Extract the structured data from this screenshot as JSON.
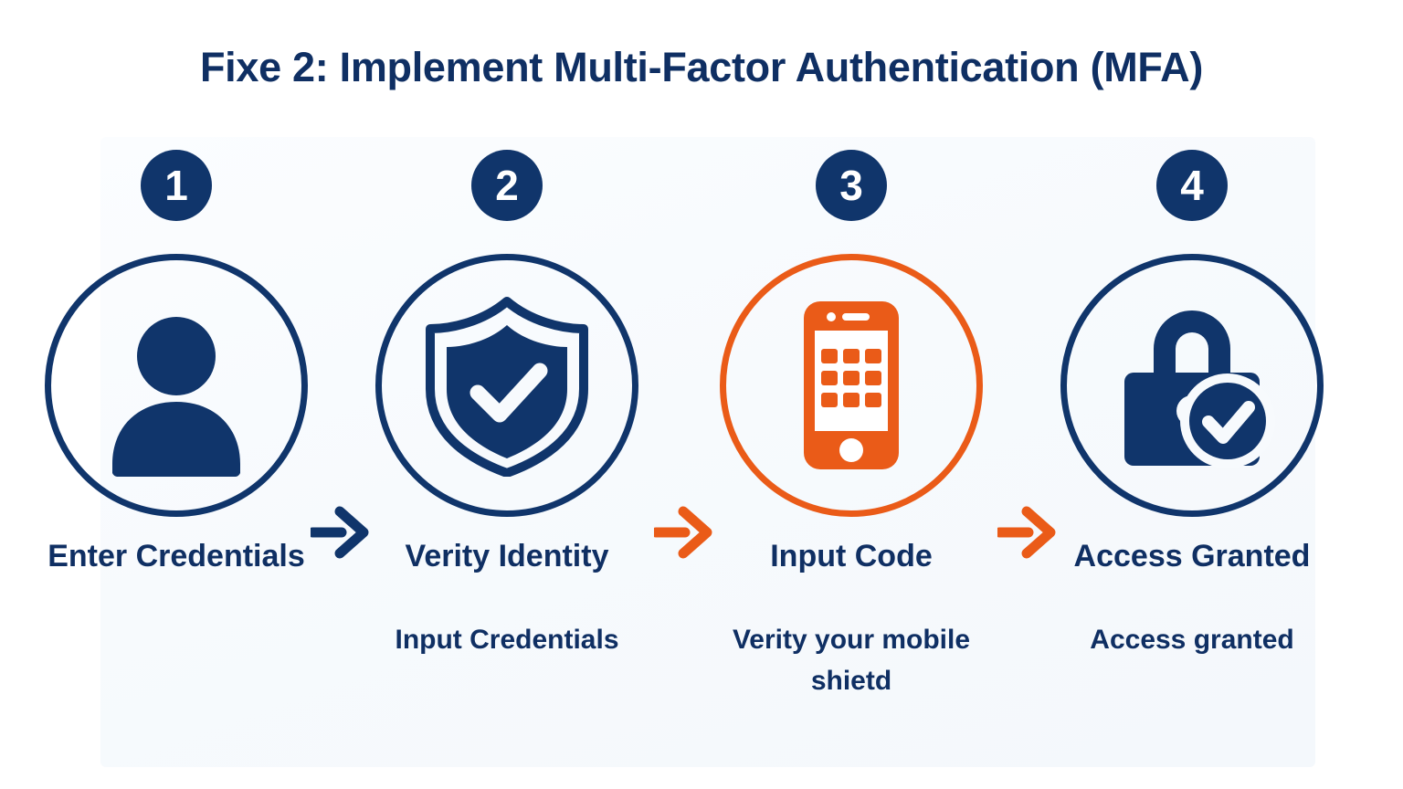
{
  "page": {
    "title": "Fixe 2: Implement Multi-Factor Authentication (MFA)",
    "background_color": "#ffffff",
    "navy": "#10356b",
    "orange": "#ea5b18",
    "text_color": "#0f2f63"
  },
  "steps": [
    {
      "number": "1",
      "icon": "person-icon",
      "circle_color": "#10356b",
      "badge_color": "#10356b",
      "label": "Enter Credentials",
      "caption": ""
    },
    {
      "number": "2",
      "icon": "shield-check-icon",
      "circle_color": "#10356b",
      "badge_color": "#10356b",
      "label": "Verity Identity",
      "caption": "Input Credentials"
    },
    {
      "number": "3",
      "icon": "mobile-keypad-icon",
      "circle_color": "#ea5b18",
      "badge_color": "#10356b",
      "label": "Input Code",
      "caption": "Verity your mobile shietd"
    },
    {
      "number": "4",
      "icon": "lock-check-icon",
      "circle_color": "#10356b",
      "badge_color": "#10356b",
      "label": "Access Granted",
      "caption": "Access granted"
    }
  ],
  "arrows": [
    {
      "name": "arrow-1",
      "color": "#10356b"
    },
    {
      "name": "arrow-2",
      "color": "#ea5b18"
    },
    {
      "name": "arrow-3",
      "color": "#ea5b18"
    }
  ]
}
